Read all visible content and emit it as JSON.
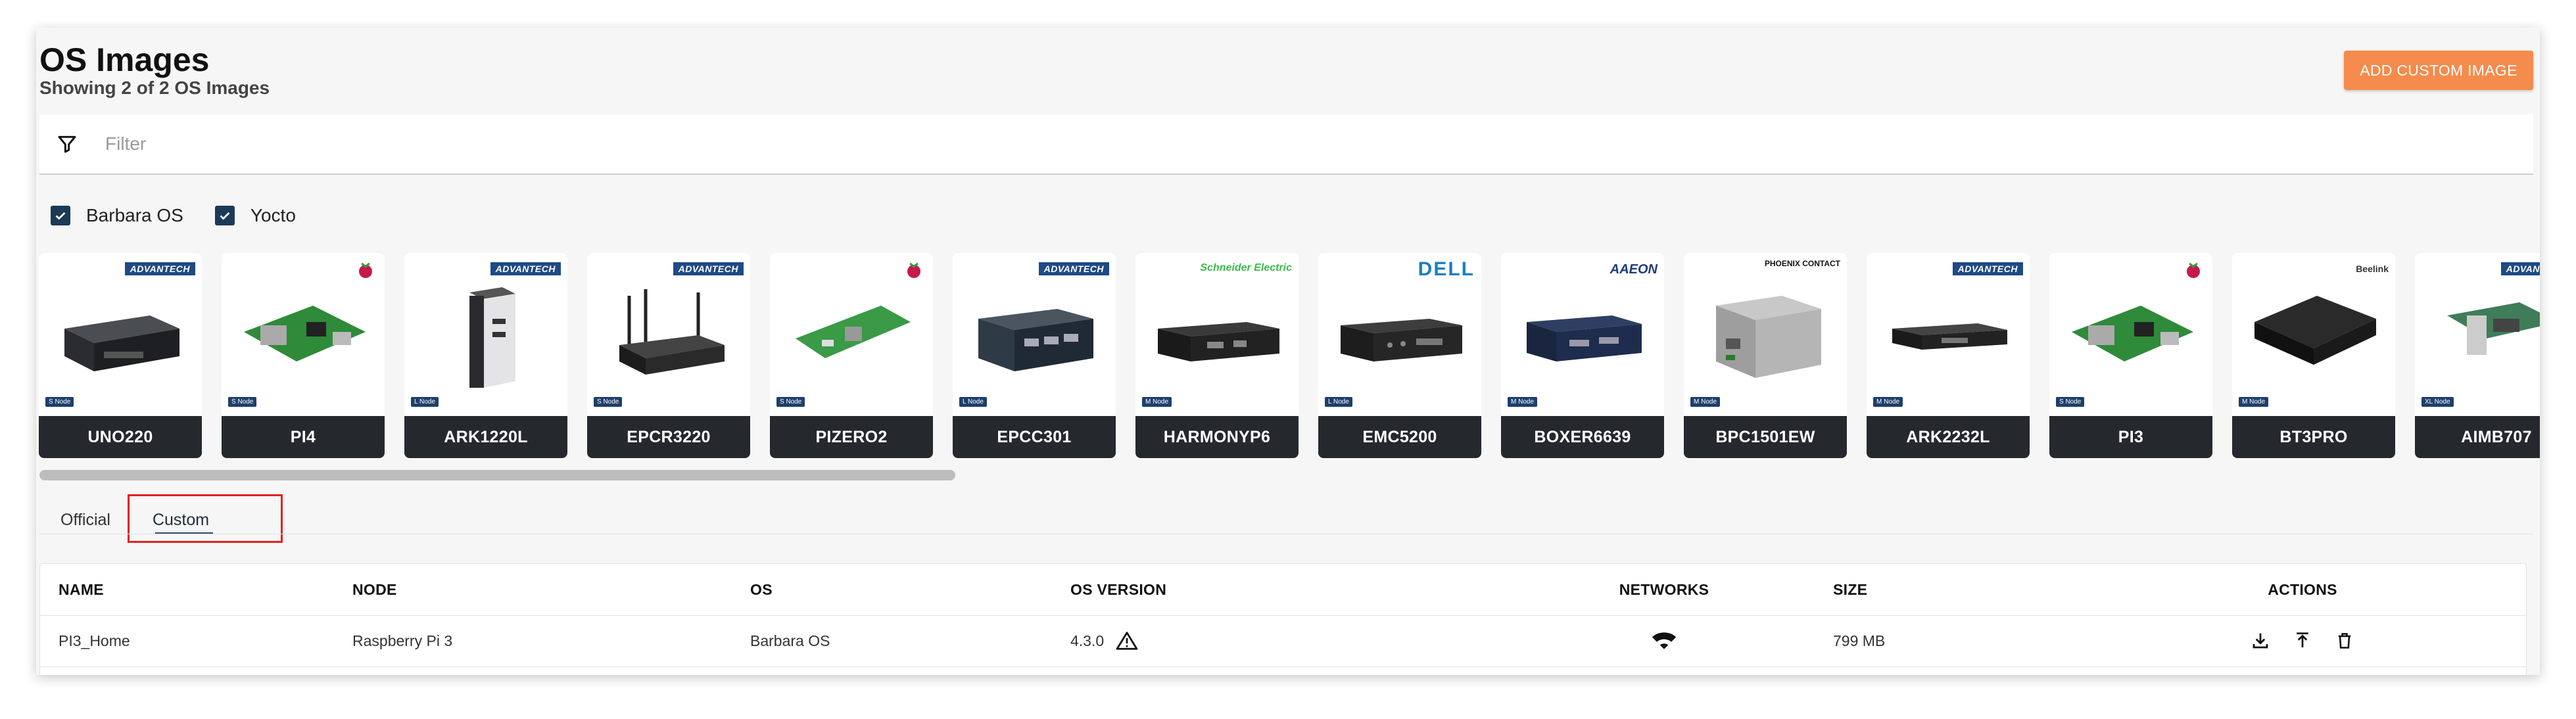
{
  "header": {
    "title": "OS Images",
    "subtitle": "Showing 2 of 2 OS Images",
    "add_button_label": "ADD CUSTOM IMAGE"
  },
  "filter": {
    "placeholder": "Filter",
    "value": ""
  },
  "os_filters": [
    {
      "label": "Barbara OS",
      "checked": true
    },
    {
      "label": "Yocto",
      "checked": true
    }
  ],
  "devices": [
    {
      "name": "UNO220",
      "brand": "ADVANTECH",
      "node_tag": "S Node"
    },
    {
      "name": "PI4",
      "brand": "raspberry-pi-logo",
      "node_tag": "S Node"
    },
    {
      "name": "ARK1220L",
      "brand": "ADVANTECH",
      "node_tag": "L Node"
    },
    {
      "name": "EPCR3220",
      "brand": "ADVANTECH",
      "node_tag": "S Node"
    },
    {
      "name": "PIZERO2",
      "brand": "raspberry-pi-logo",
      "node_tag": "S Node"
    },
    {
      "name": "EPCC301",
      "brand": "ADVANTECH",
      "node_tag": "L Node"
    },
    {
      "name": "HARMONYP6",
      "brand": "Schneider Electric",
      "node_tag": "M Node"
    },
    {
      "name": "EMC5200",
      "brand": "DELL",
      "node_tag": "L Node"
    },
    {
      "name": "BOXER6639",
      "brand": "AAEON",
      "node_tag": "M Node"
    },
    {
      "name": "BPC1501EW",
      "brand": "PHOENIX CONTACT",
      "node_tag": "M Node"
    },
    {
      "name": "ARK2232L",
      "brand": "ADVANTECH",
      "node_tag": "M Node"
    },
    {
      "name": "PI3",
      "brand": "raspberry-pi-logo",
      "node_tag": "S Node"
    },
    {
      "name": "BT3PRO",
      "brand": "Beelink",
      "node_tag": "M Node"
    },
    {
      "name": "AIMB707",
      "brand": "ADVANTECH",
      "node_tag": "XL Node"
    }
  ],
  "tabs": [
    {
      "label": "Official",
      "active": false
    },
    {
      "label": "Custom",
      "active": true
    }
  ],
  "table": {
    "columns": {
      "name": "NAME",
      "node": "NODE",
      "os": "OS",
      "os_version": "OS VERSION",
      "networks": "NETWORKS",
      "size": "SIZE",
      "actions": "ACTIONS"
    },
    "rows": [
      {
        "name": "PI3_Home",
        "node": "Raspberry Pi 3",
        "os": "Barbara OS",
        "os_version": "4.3.0",
        "version_icon": "warning-icon",
        "networks_icon": "wifi-icon",
        "size": "799 MB",
        "actions": [
          "download-icon",
          "upload-icon",
          "delete-icon"
        ]
      }
    ]
  },
  "colors": {
    "accent": "#f58b4c",
    "navy": "#1b3a57",
    "device_label_bg": "#25292e",
    "highlight": "#e0231c"
  }
}
